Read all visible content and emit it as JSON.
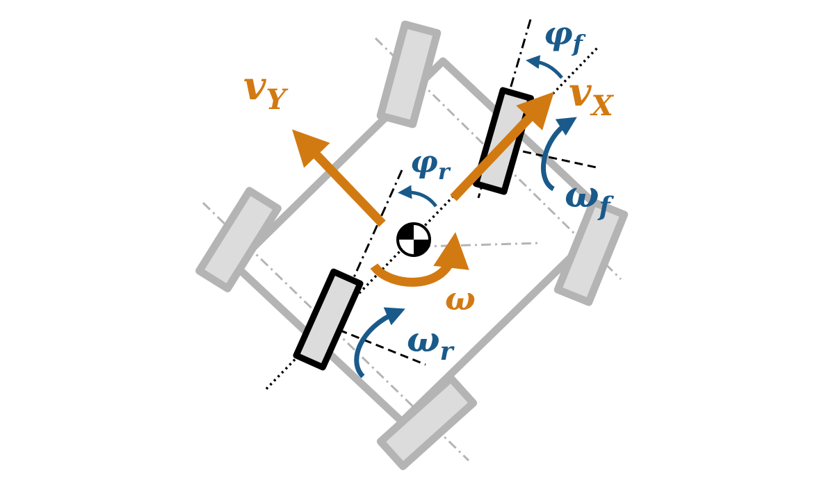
{
  "labels": {
    "vX": {
      "main": "v",
      "sub": "X"
    },
    "vY": {
      "main": "v",
      "sub": "Y"
    },
    "phi_f": {
      "main": "φ",
      "sub": "f"
    },
    "phi_r": {
      "main": "φ",
      "sub": "r"
    },
    "omega_f": {
      "main": "ω",
      "sub": "f"
    },
    "omega_r": {
      "main": "ω",
      "sub": "r"
    },
    "omega": {
      "main": "ω"
    }
  },
  "colors": {
    "orange": "#d27a12",
    "blue": "#1a5a8a",
    "gray_body": "#b4b4b4",
    "gray_wheel_fill": "#dcdcdc",
    "bike_wheel": "#000000"
  },
  "icons": {
    "center_of_mass": "center-of-mass-icon"
  }
}
